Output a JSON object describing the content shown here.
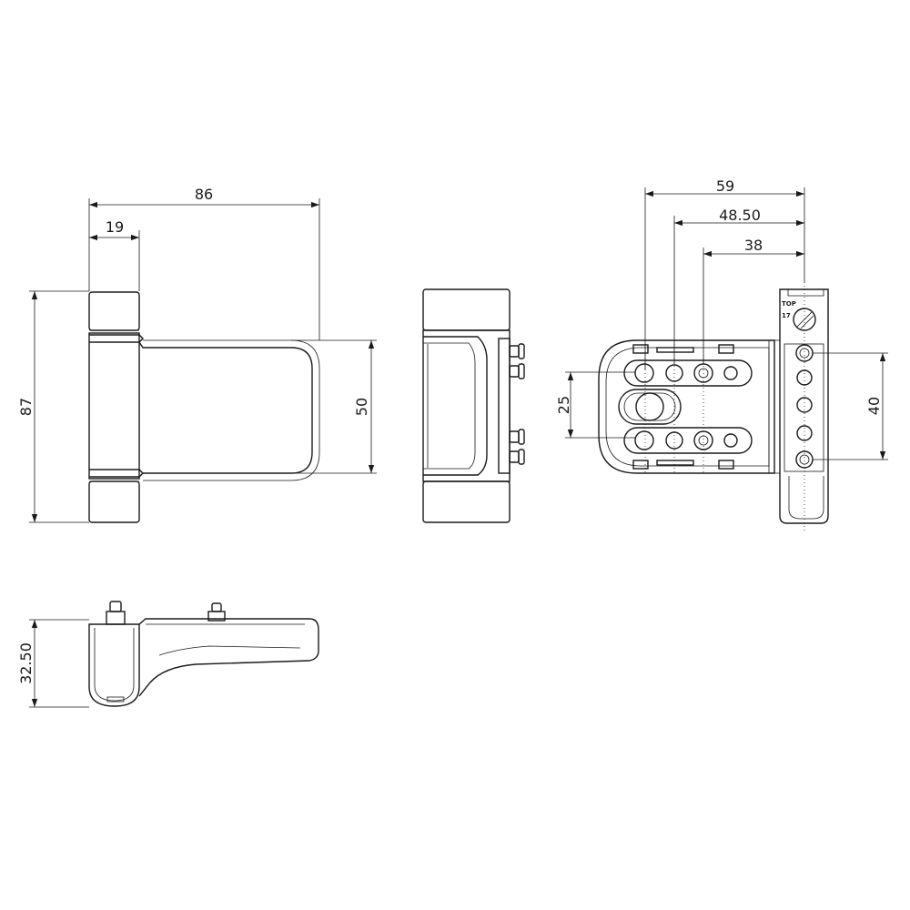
{
  "dimensions": {
    "front_width": "86",
    "front_knuckle": "19",
    "front_height": "87",
    "front_leaf": "50",
    "top_depth": "32.50",
    "side_59": "59",
    "side_48": "48.50",
    "side_38": "38",
    "side_25": "25",
    "side_40": "40"
  },
  "labels": {
    "plate_top": "TOP",
    "plate_number": "17"
  }
}
